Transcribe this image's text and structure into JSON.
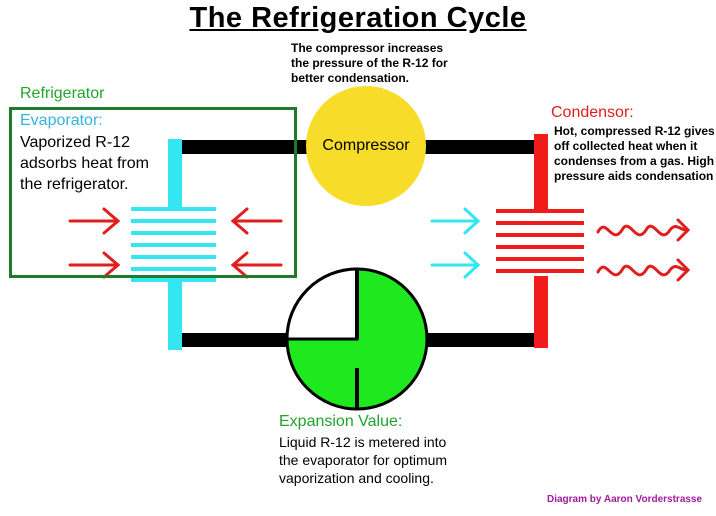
{
  "title": "The Refrigeration Cycle",
  "compressor": {
    "label": "Compressor",
    "note": "The compressor increases the pressure of the R-12 for better condensation."
  },
  "refrigerator": {
    "label": "Refrigerator"
  },
  "evaporator": {
    "title": "Evaporator:",
    "text": "Vaporized R-12 adsorbs heat from the refrigerator."
  },
  "condensor": {
    "title": "Condensor:",
    "text": "Hot, compressed R-12 gives off collected heat when it condenses from a gas. High pressure aids condensation"
  },
  "expansion": {
    "title": "Expansion Value:",
    "text": "Liquid R-12 is metered into the evaporator for optimum vaporization and cooling."
  },
  "credit": "Diagram by Aaron Vorderstrasse",
  "colors": {
    "evaporator": "#33e6f2",
    "condensor": "#f11b1b",
    "compressor": "#f7dc2a",
    "expansion": "#1ee81e",
    "pipe": "#000000",
    "box": "#1f7a2c"
  }
}
